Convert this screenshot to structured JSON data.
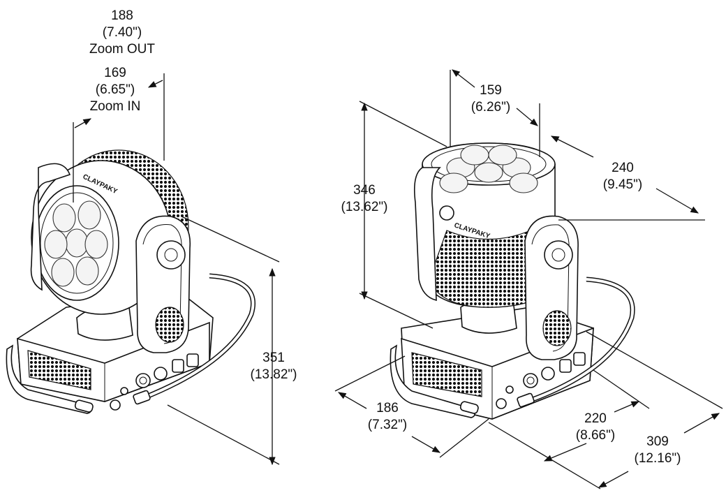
{
  "brand": "CLAYPAKY",
  "left_view": {
    "width_zoom_out": {
      "mm": "188",
      "inch": "(7.40\")",
      "note": "Zoom OUT"
    },
    "width_zoom_in": {
      "mm": "169",
      "inch": "(6.65\")",
      "note": "Zoom IN"
    },
    "total_height": {
      "mm": "351",
      "inch": "(13.82\")"
    }
  },
  "right_view": {
    "head_diameter": {
      "mm": "159",
      "inch": "(6.26\")"
    },
    "head_depth": {
      "mm": "240",
      "inch": "(9.45\")"
    },
    "height": {
      "mm": "346",
      "inch": "(13.62\")"
    },
    "base_width": {
      "mm": "186",
      "inch": "(7.32\")"
    },
    "base_depth": {
      "mm": "220",
      "inch": "(8.66\")"
    },
    "total_depth": {
      "mm": "309",
      "inch": "(12.16\")"
    }
  }
}
